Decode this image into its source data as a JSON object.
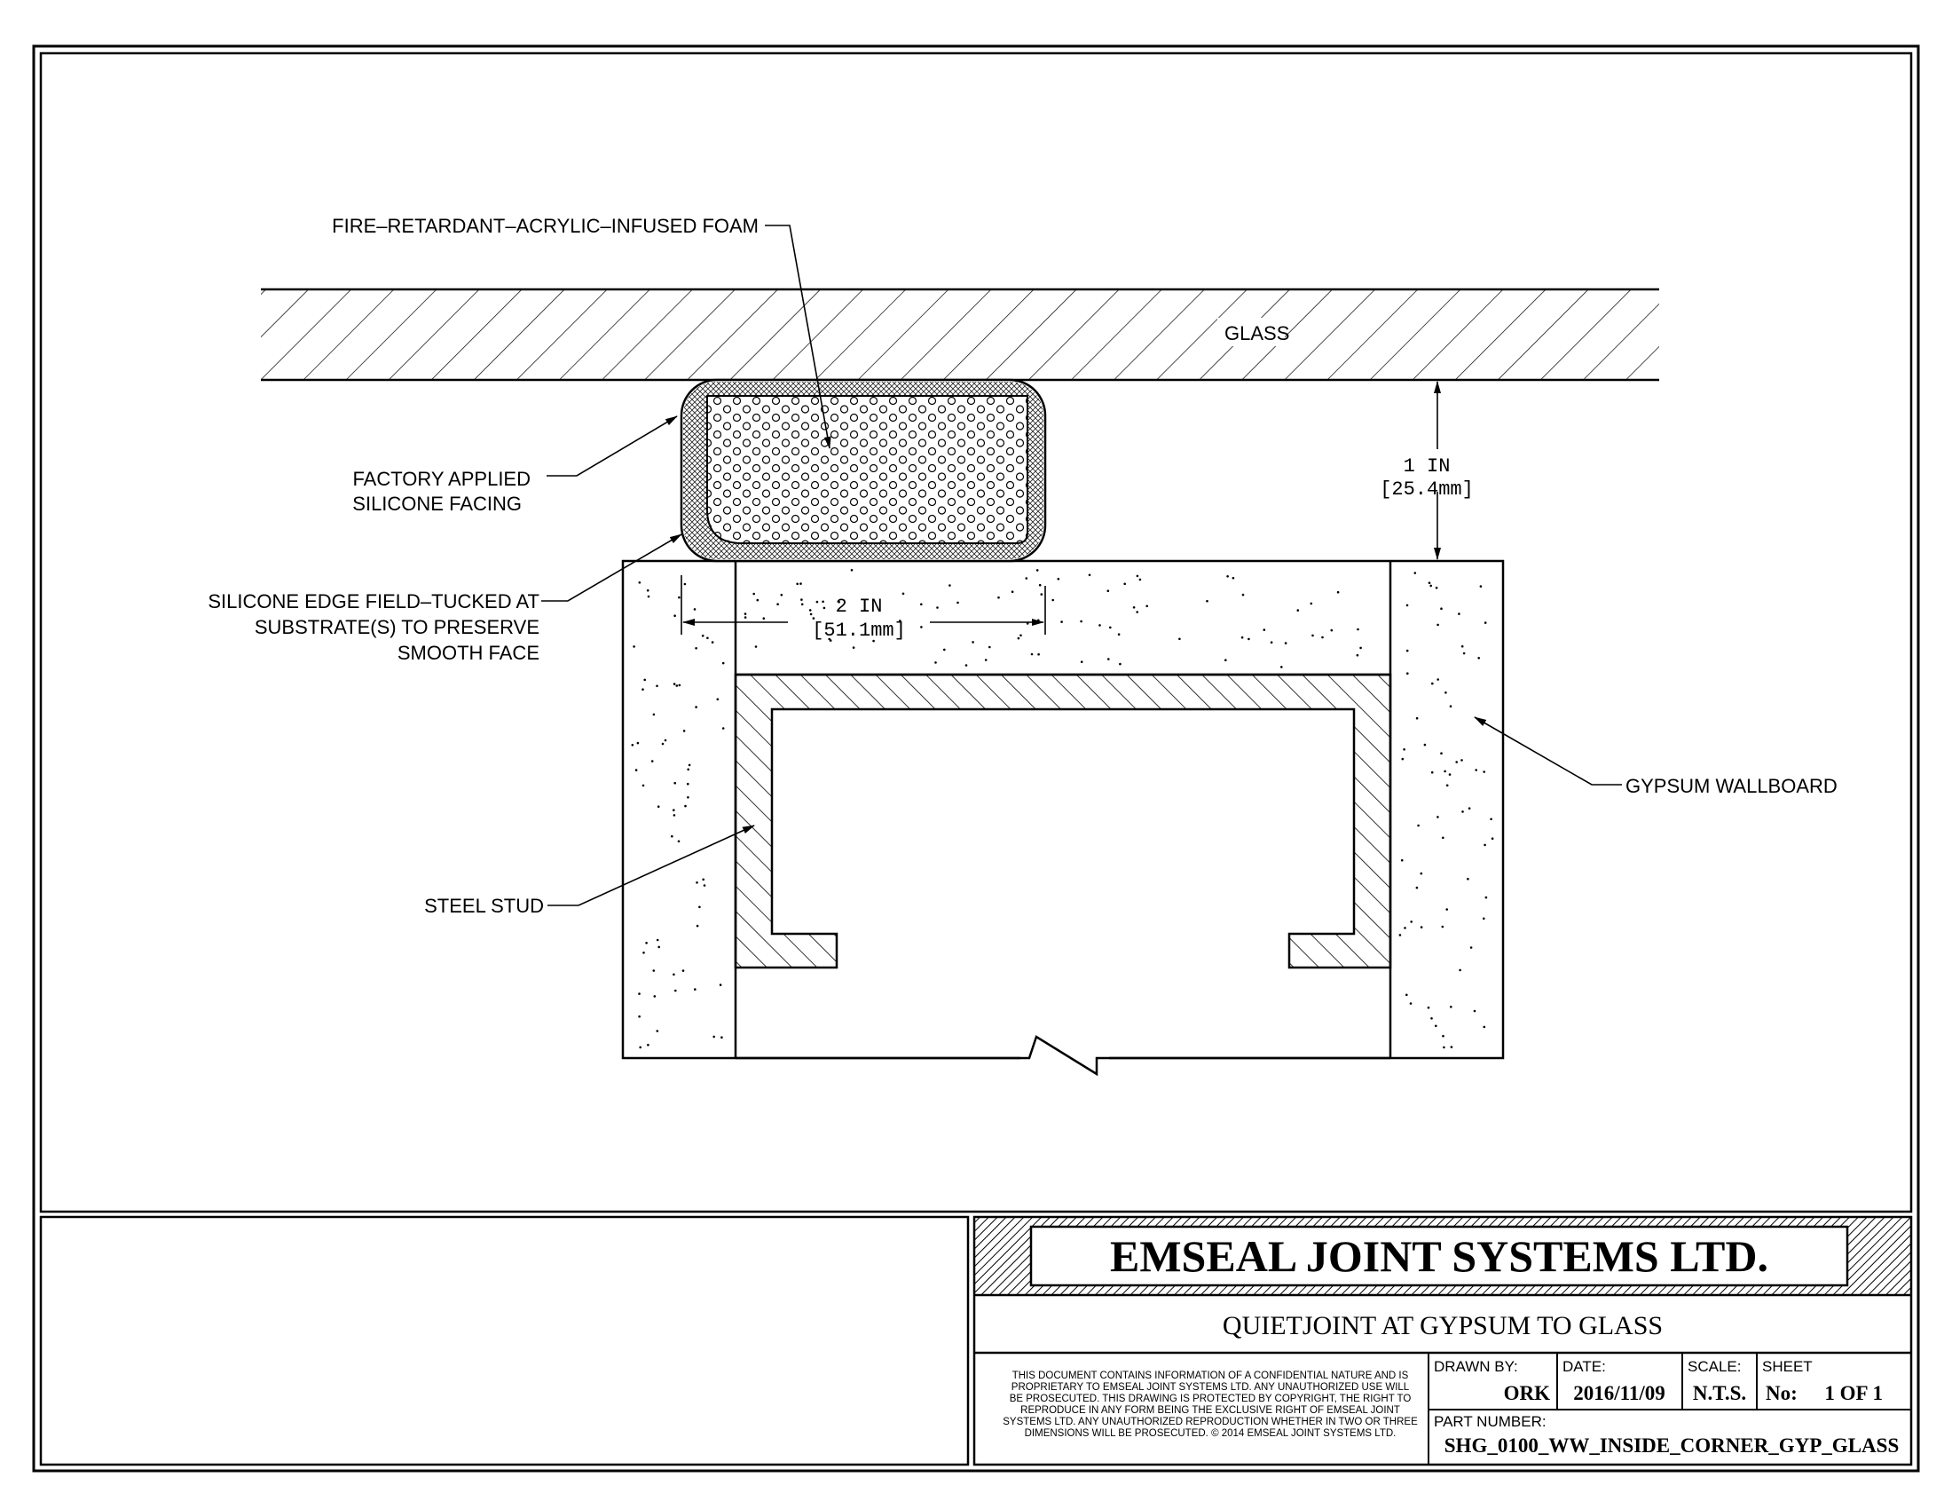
{
  "labels": {
    "foam": "FIRE–RETARDANT–ACRYLIC–INFUSED FOAM",
    "glass": "GLASS",
    "facing_line1": "FACTORY APPLIED",
    "facing_line2": "SILICONE FACING",
    "edge_line1": "SILICONE EDGE FIELD–TUCKED AT",
    "edge_line2": "SUBSTRATE(S) TO PRESERVE",
    "edge_line3": "SMOOTH FACE",
    "gypsum": "GYPSUM WALLBOARD",
    "stud": "STEEL STUD"
  },
  "dimensions": {
    "gap_in": "1 IN",
    "gap_mm": "[25.4mm]",
    "width_in": "2 IN",
    "width_mm": "[51.1mm]"
  },
  "title_block": {
    "company": "EMSEAL JOINT SYSTEMS LTD.",
    "title": "QUIETJOINT AT GYPSUM TO GLASS",
    "disclaimer": [
      "THIS DOCUMENT CONTAINS INFORMATION OF A CONFIDENTIAL NATURE AND IS",
      "PROPRIETARY TO EMSEAL JOINT SYSTEMS LTD. ANY UNAUTHORIZED USE WILL",
      "BE PROSECUTED. THIS DRAWING IS PROTECTED BY COPYRIGHT, THE RIGHT TO",
      "REPRODUCE IN ANY FORM BEING THE EXCLUSIVE RIGHT OF EMSEAL JOINT",
      "SYSTEMS LTD. ANY UNAUTHORIZED REPRODUCTION WHETHER IN TWO OR THREE",
      "DIMENSIONS WILL BE PROSECUTED. © 2014 EMSEAL JOINT SYSTEMS LTD."
    ],
    "drawn_by_label": "DRAWN BY:",
    "drawn_by": "ORK",
    "date_label": "DATE:",
    "date": "2016/11/09",
    "scale_label": "SCALE:",
    "scale": "N.T.S.",
    "sheet_label": "SHEET",
    "sheet_no_label": "No:",
    "sheet": "1 OF 1",
    "part_number_label": "PART NUMBER:",
    "part_number": "SHG_0100_WW_INSIDE_CORNER_GYP_GLASS"
  }
}
